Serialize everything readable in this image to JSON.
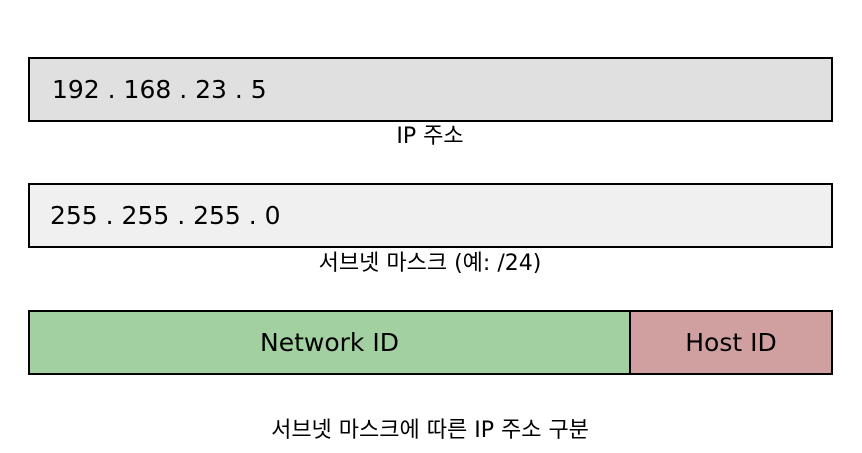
{
  "ip_box": {
    "value": "192 . 168 . 23 . 5",
    "caption": "IP 주소",
    "fill": "#e0e0e0"
  },
  "mask_box": {
    "value": "255 . 255 . 255 . 0",
    "caption": "서브넷 마스크 (예: /24)",
    "fill": "#f0f0f0"
  },
  "split": {
    "network_label": "Network ID",
    "network_fill": "#a2d0a0",
    "host_label": "Host ID",
    "host_fill": "#d09f9f"
  },
  "title": "서브넷 마스크에 따른 IP 주소 구분"
}
